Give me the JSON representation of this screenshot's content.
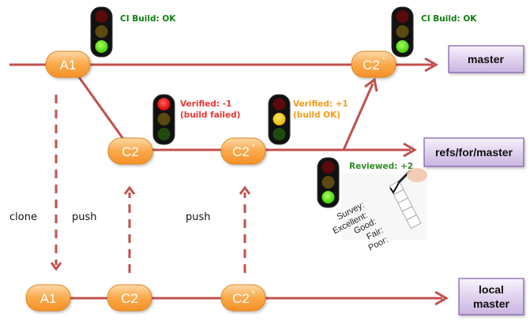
{
  "colors": {
    "line": "#c0504d",
    "commit_fill_top": "#fcc98a",
    "commit_fill_bottom": "#f79633",
    "ref_fill_top": "#f6f0fb",
    "ref_fill_bottom": "#cbb6e2",
    "ref_border": "#7a5ea6",
    "ci_ok": "#0f7d0f",
    "verified_fail": "#ee3333",
    "verified_ok": "#f29a18",
    "reviewed": "#2e8b22"
  },
  "lanes": {
    "server_master": {
      "commits": [
        {
          "label": "A1",
          "sup": ""
        },
        {
          "label": "C2",
          "sup": "*"
        }
      ],
      "ref_label": "master"
    },
    "review": {
      "commits": [
        {
          "label": "C2",
          "sup": ""
        },
        {
          "label": "C2",
          "sup": "*"
        }
      ],
      "ref_label": "refs/for/master"
    },
    "local": {
      "commits": [
        {
          "label": "A1",
          "sup": ""
        },
        {
          "label": "C2",
          "sup": ""
        },
        {
          "label": "C2",
          "sup": "*"
        }
      ],
      "ref_label_line1": "local",
      "ref_label_line2": "master"
    }
  },
  "operations": {
    "clone": "clone",
    "push1": "push",
    "push2": "push"
  },
  "statuses": [
    {
      "id": "ci-a1",
      "light": "green",
      "line1": "CI Build: OK",
      "line2": ""
    },
    {
      "id": "verified-c2",
      "light": "red",
      "line1": "Verified: -1",
      "line2": "(build failed)"
    },
    {
      "id": "verified-c2-star",
      "light": "yellow",
      "line1": "Verified: +1",
      "line2": "(build OK)"
    },
    {
      "id": "ci-c2-star",
      "light": "green",
      "line1": "CI Build: OK",
      "line2": ""
    },
    {
      "id": "reviewed",
      "light": "green",
      "line1": "Reviewed: +2",
      "line2": ""
    }
  ],
  "survey": {
    "items": [
      "Survey:",
      "Excellent:",
      "Good:",
      "Fair:",
      "Poor:"
    ],
    "checked": "Survey:"
  }
}
